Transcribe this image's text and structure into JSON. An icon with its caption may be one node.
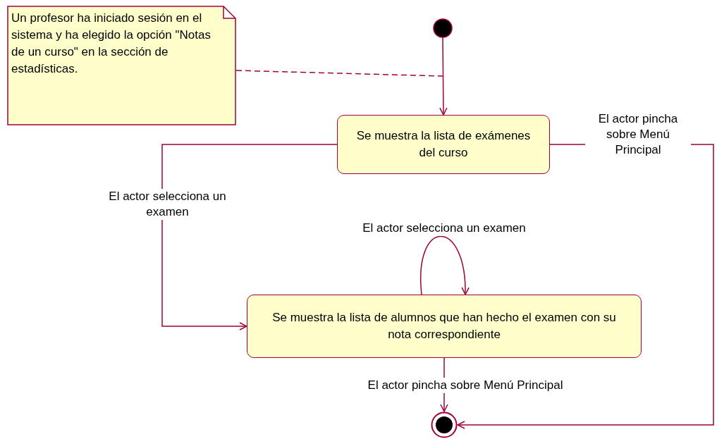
{
  "diagram": {
    "nodes": [
      {
        "text": [
          "Un profesor ha iniciado sesión en el sistema y ha elegido la opción \"Notas de un curso\" en la sección de estadísticas."
        ]
      },
      {
        "text": [],
        "shape": "circle"
      },
      {
        "text": [
          "Se muestra la lista de exámenes del curso"
        ]
      },
      {
        "text": [
          "Se muestra la lista de alumnos que han hecho el examen con su nota correspondiente"
        ]
      },
      {
        "text": [],
        "shape": "circle"
      }
    ],
    "edges": [
      {
        "from": 0,
        "to": null,
        "arrow": "none",
        "style": "dashed"
      },
      {
        "from": 1,
        "to": 2,
        "arrow": "to"
      },
      {
        "from": 2,
        "to": 3,
        "arrow": "to",
        "label": "El actor selecciona un examen"
      },
      {
        "from": 3,
        "to": 3,
        "arrow": "to",
        "label": "El actor selecciona un examen"
      },
      {
        "from": 3,
        "to": 4,
        "arrow": "to",
        "label": "El actor pincha sobre Menú Principal"
      },
      {
        "from": 2,
        "to": 4,
        "arrow": "to",
        "label": "El actor pincha sobre Menú Principal"
      }
    ]
  }
}
